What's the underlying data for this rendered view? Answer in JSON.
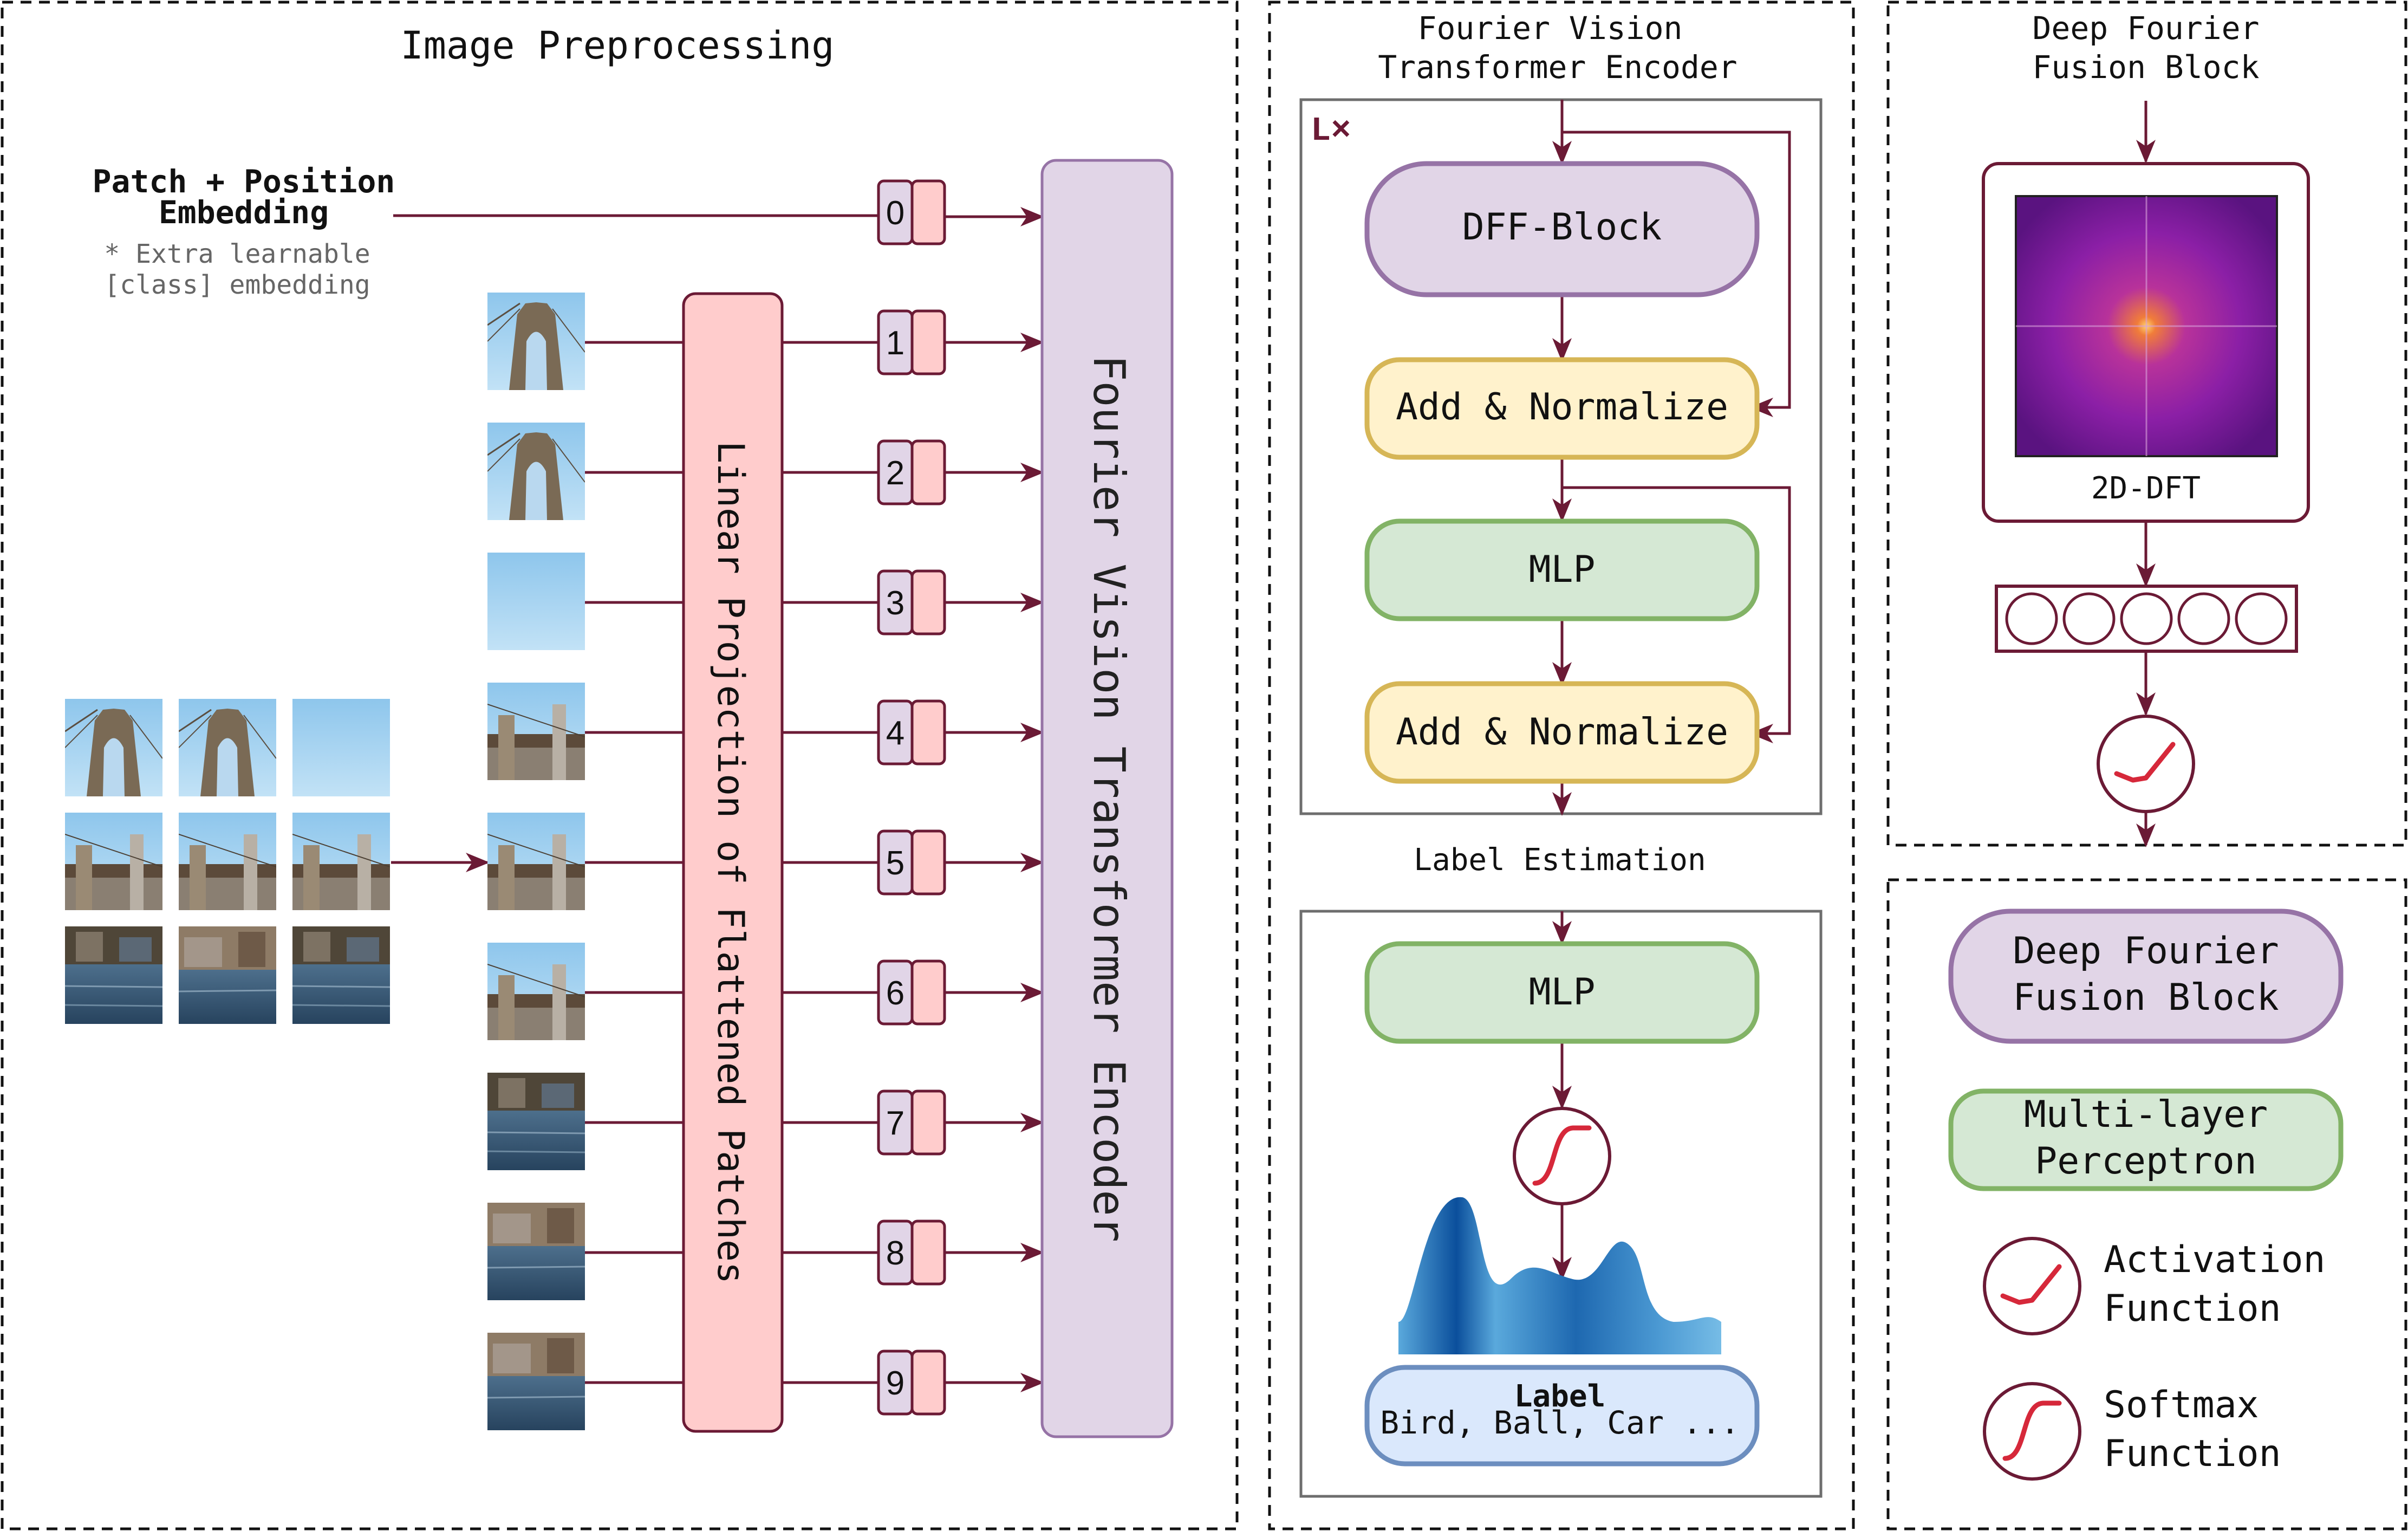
{
  "left_panel": {
    "title": "Image Preprocessing",
    "patch_embedding_label_line1": "Patch + Position",
    "patch_embedding_label_line2": "Embedding",
    "extra_note_line1": "* Extra learnable",
    "extra_note_line2": "[class] embedding",
    "linear_projection_label": "Linear Projection of Flattened Patches",
    "encoder_label": "Fourier Vision Transformer Encoder",
    "tokens": [
      "0",
      "1",
      "2",
      "3",
      "4",
      "5",
      "6",
      "7",
      "8",
      "9"
    ]
  },
  "middle_panel": {
    "title_line1": "Fourier Vision",
    "title_line2": "Transformer Encoder",
    "repeat_label": "L×",
    "dff_block": "DFF-Block",
    "add_norm_1": "Add & Normalize",
    "mlp_1": "MLP",
    "add_norm_2": "Add & Normalize",
    "label_estimation_title": "Label Estimation",
    "mlp_2": "MLP",
    "label_title": "Label",
    "label_values": "Bird, Ball, Car ..."
  },
  "right_top_panel": {
    "title_line1": "Deep Fourier",
    "title_line2": "Fusion Block",
    "dft_label": "2D-DFT"
  },
  "legend": {
    "dff_line1": "Deep Fourier",
    "dff_line2": "Fusion Block",
    "mlp_line1": "Multi-layer",
    "mlp_line2": "Perceptron",
    "activation_line1": "Activation",
    "activation_line2": "Function",
    "softmax_line1": "Softmax",
    "softmax_line2": "Function"
  },
  "colors": {
    "arrow": "#6b1a35",
    "purple_fill": "#e1d5e7",
    "purple_stroke": "#9673a6",
    "pink_fill": "#ffcccc",
    "yellow_fill": "#fff2cc",
    "yellow_stroke": "#d6b656",
    "green_fill": "#d5e8d4",
    "green_stroke": "#82b366",
    "blue_fill": "#dae8fc",
    "blue_stroke": "#6c8ebf",
    "curve_red": "#d6283a"
  }
}
